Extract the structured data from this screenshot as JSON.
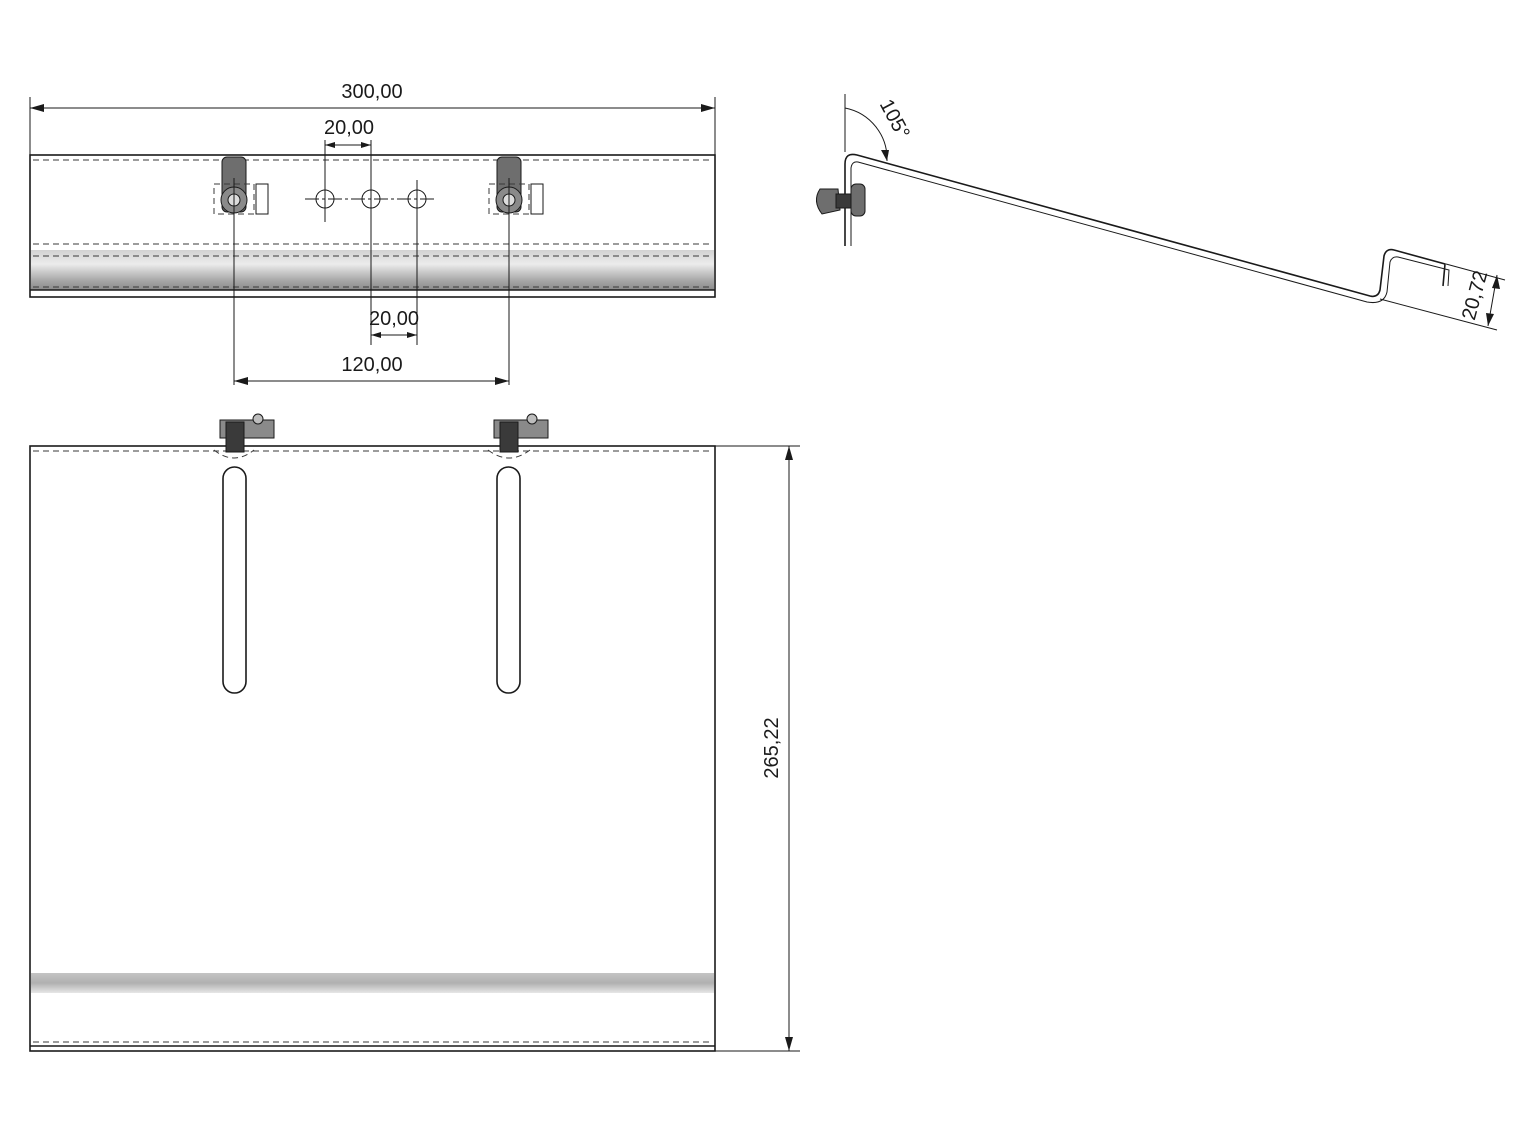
{
  "dimensions": {
    "overall_width": "300,00",
    "hole_spacing_top": "20,00",
    "hole_spacing_bottom": "20,00",
    "slot_spacing": "120,00",
    "height": "265,22",
    "angle": "105°",
    "lip_height": "20,72"
  },
  "colors": {
    "plate_fill": "#dcdcdc",
    "line": "#1a1a1a",
    "bracket": "#6e6e6e"
  }
}
